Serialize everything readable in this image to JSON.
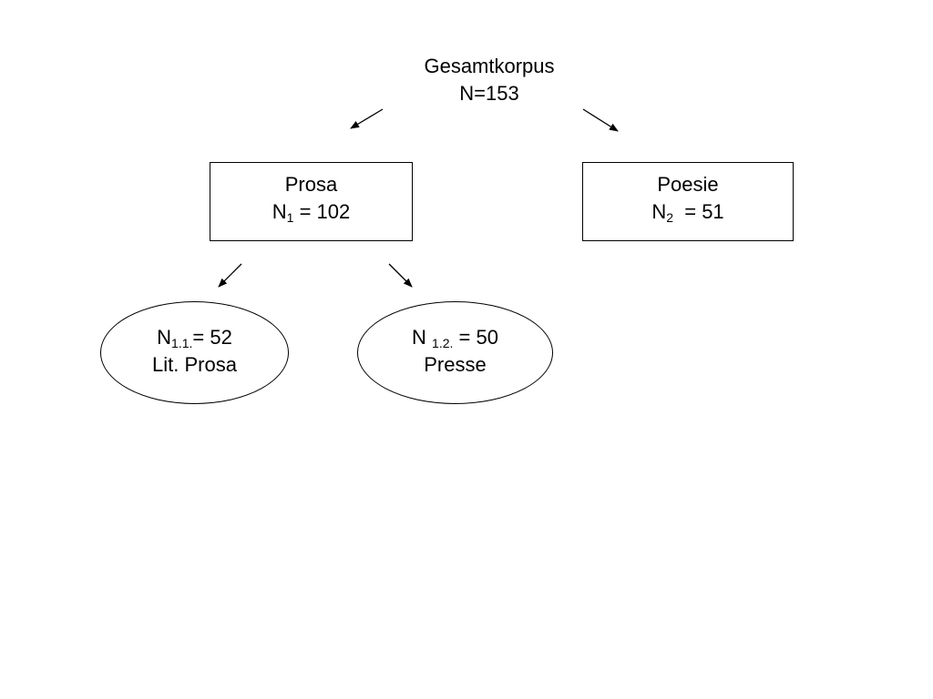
{
  "root": {
    "title": "Gesamtkorpus",
    "count": "N=153"
  },
  "prosa": {
    "title": "Prosa",
    "n_letter": "N",
    "n_sub": "1",
    "n_value": " = 102"
  },
  "poesie": {
    "title": "Poesie",
    "n_letter": "N",
    "n_sub": "2",
    "n_value": "  = 51"
  },
  "lit_prosa": {
    "n_letter": "N",
    "n_sub": "1.1.",
    "n_value": "= 52",
    "label": "Lit. Prosa"
  },
  "presse": {
    "n_letter": "N ",
    "n_sub": "1.2.",
    "n_value": " = 50",
    "label": "Presse"
  }
}
